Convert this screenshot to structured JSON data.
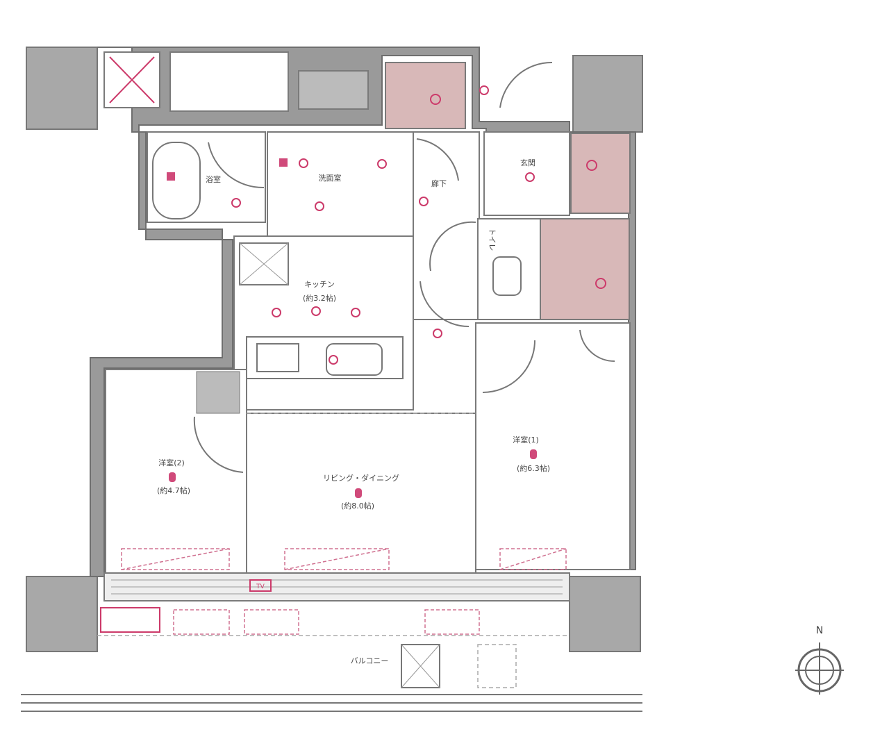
{
  "floor_plan": {
    "rooms": {
      "bath": {
        "name": "浴室"
      },
      "washroom": {
        "name": "洗面室"
      },
      "hallway": {
        "name": "廊下"
      },
      "entrance": {
        "name": "玄関"
      },
      "toilet": {
        "name": "トイレ"
      },
      "kitchen": {
        "name": "キッチン",
        "area": "(約3.2帖)"
      },
      "western1": {
        "name": "洋室(1)",
        "area": "(約6.3帖)"
      },
      "western2": {
        "name": "洋室(2)",
        "area": "(約4.7帖)"
      },
      "living": {
        "name": "リビング・ダイニング",
        "area": "(約8.0帖)"
      },
      "balcony": {
        "name": "バルコニー"
      }
    },
    "outlets": {
      "tv": "TV"
    },
    "compass": {
      "north": "N"
    },
    "colors": {
      "wall": "#9a9a9a",
      "equipment": "#cc3a6a",
      "storage": "#d8b8b8"
    }
  }
}
